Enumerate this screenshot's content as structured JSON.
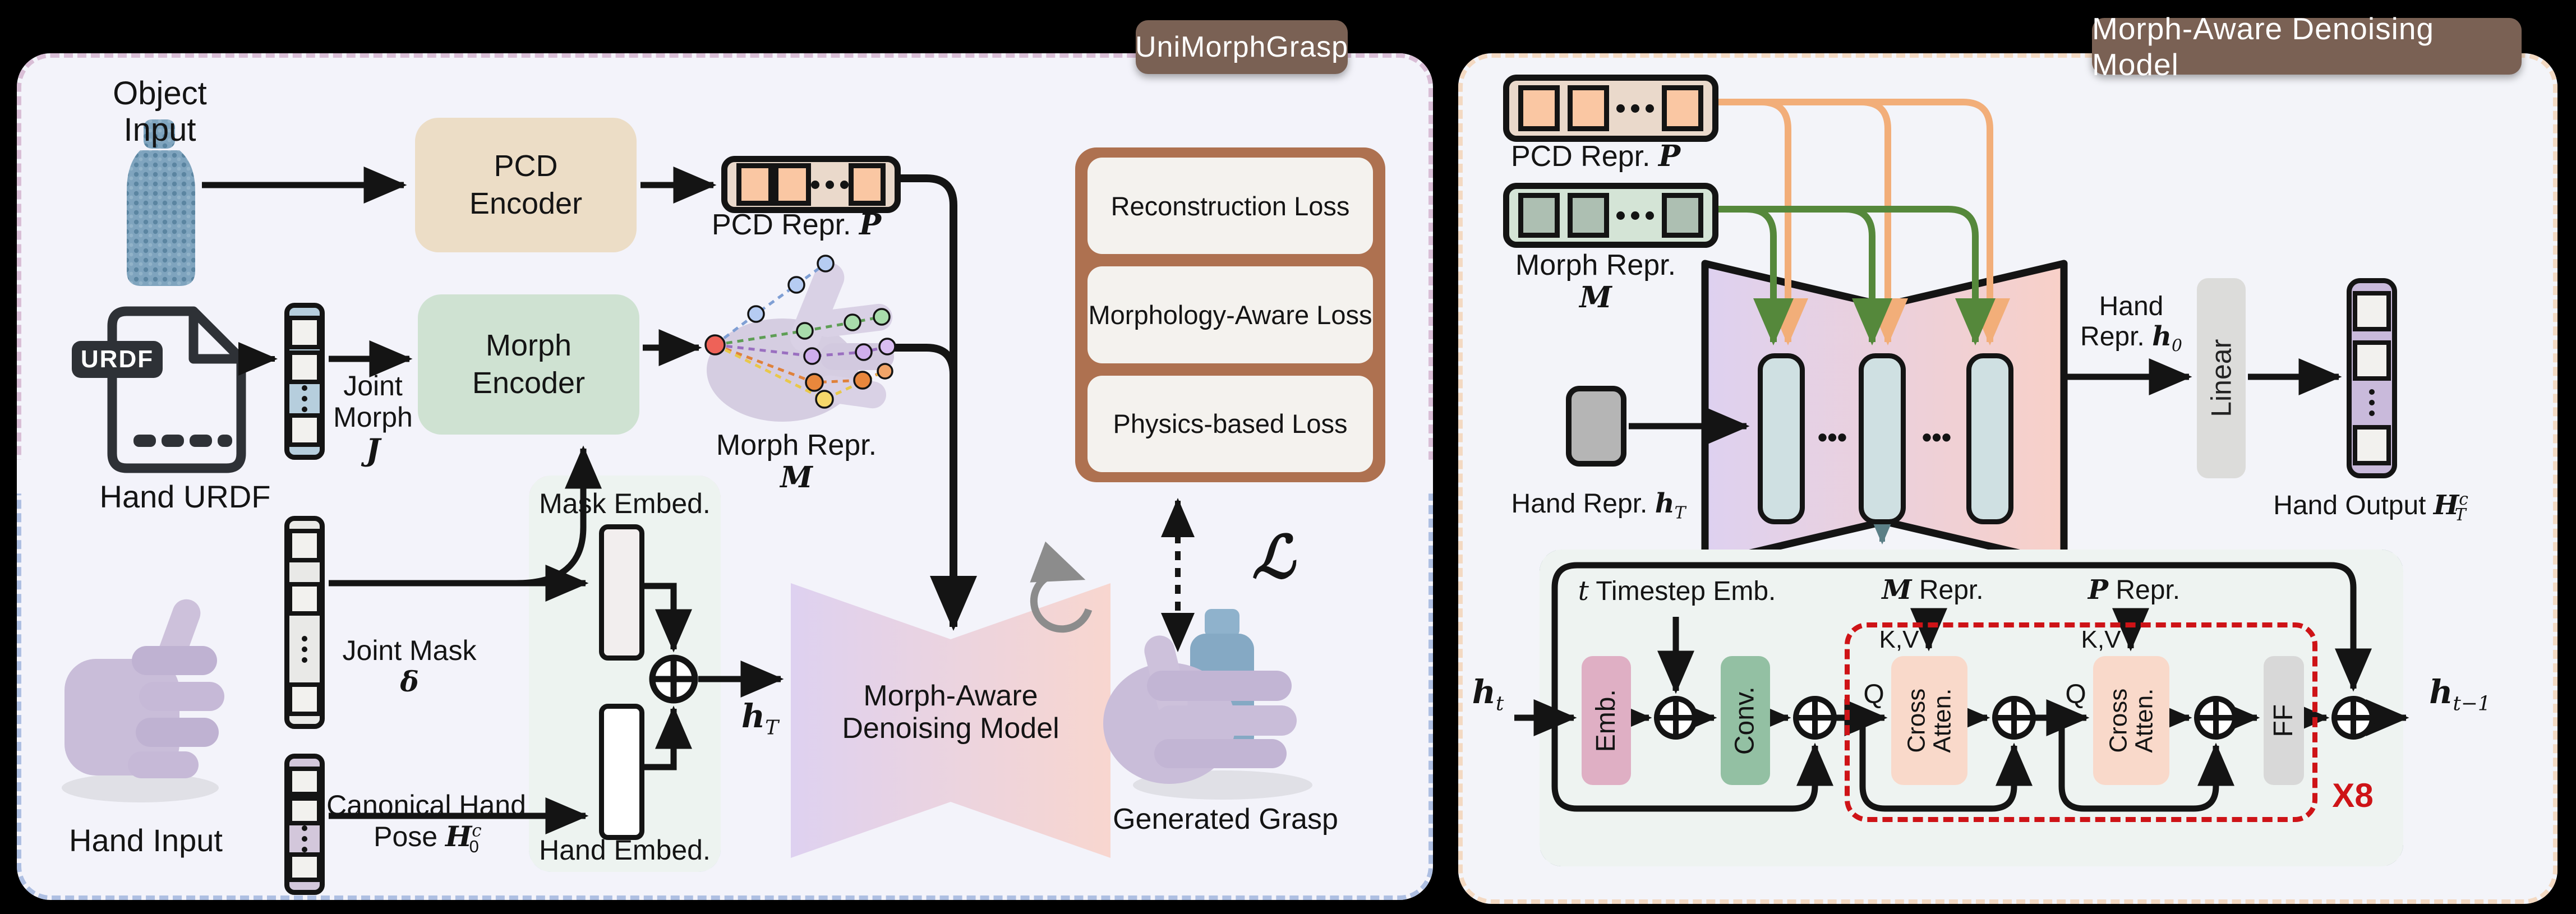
{
  "colors": {
    "title_brown": "#7a6154",
    "loss_brown": "#ae7150",
    "accent_red": "#ce1317",
    "accent_teal": "#54737b",
    "orange_line": "#f2ae79",
    "green_line": "#55883b",
    "pcd_token": "#fac7a3",
    "morph_token": "#adbfb2",
    "bowtie_purple": "#ded1f0",
    "bowtie_pink": "#f8d6cf"
  },
  "icons": {
    "refresh_loop": "circular-arrow",
    "urdf_file": "document-icon",
    "add_op": "⊕"
  },
  "left_panel": {
    "tag": "UniMorphGrasp",
    "object_input": "Object Input",
    "pcd_enc1": "PCD",
    "pcd_enc2": "Encoder",
    "pcd_repr": "PCD Repr.",
    "pcd_sym": "P",
    "urdf_badge": "URDF",
    "hand_urdf": "Hand URDF",
    "joint1": "Joint",
    "joint2": "Morph",
    "joint_sym": "J",
    "morph_enc1": "Morph",
    "morph_enc2": "Encoder",
    "morph_repr": "Morph Repr.",
    "morph_sym": "M",
    "joint_mask": "Joint Mask",
    "mask_sym": "δ",
    "hand_input": "Hand Input",
    "canon1": "Canonical Hand",
    "canon2": "Pose",
    "canon_sym": "H",
    "canon_sub": "0",
    "canon_sup": "c",
    "mask_embed": "Mask Embed.",
    "hand_embed": "Hand Embed.",
    "ht_sym": "h",
    "ht_sub": "T",
    "den1": "Morph-Aware",
    "den2": "Denoising Model",
    "losses": [
      "Reconstruction Loss",
      "Morphology-Aware Loss",
      "Physics-based Loss"
    ],
    "loss_sym": "ℒ",
    "generated_grasp": "Generated Grasp"
  },
  "right_panel": {
    "tag": "Morph-Aware Denoising Model",
    "pcd_repr": "PCD Repr.",
    "pcd_sym": "P",
    "morph_repr": "Morph Repr.",
    "morph_sym": "M",
    "hand_repr_T": "Hand Repr.",
    "hT_sym": "h",
    "hT_sub": "T",
    "hand1": "Hand",
    "hand2": "Repr.",
    "h0_sym": "h",
    "h0_sub": "0",
    "linear": "Linear",
    "hand_output": "Hand Output",
    "ho_sym": "H",
    "ho_sup": "c",
    "ho_sub": "T",
    "block": {
      "ht_sym": "h",
      "ht_sub": "t",
      "t_sym": "t",
      "timestep": "Timestep Emb.",
      "emb": "Emb.",
      "conv": "Conv.",
      "q1": "Q",
      "q2": "Q",
      "kv1": "K,V",
      "kv2": "K,V",
      "m_sym": "M",
      "p_sym": "P",
      "m_repr": "Repr.",
      "p_repr": "Repr.",
      "cross1": "Cross",
      "cross2": "Atten.",
      "ff": "FF",
      "x8": "X8",
      "hout_sym": "h",
      "hout_sub": "t−1"
    }
  }
}
